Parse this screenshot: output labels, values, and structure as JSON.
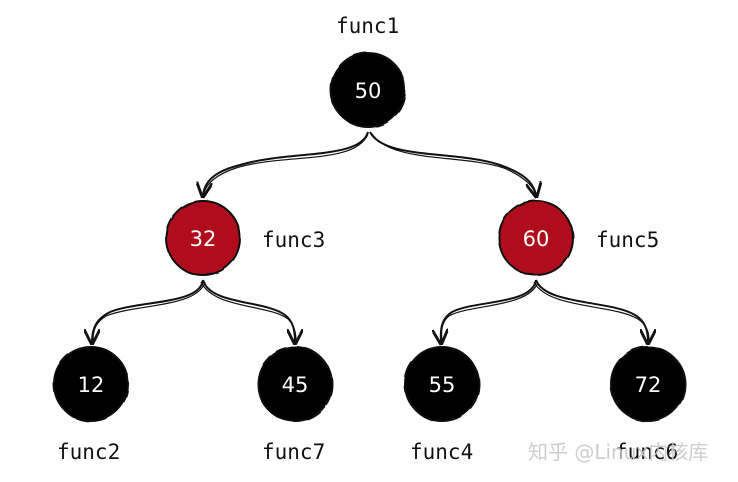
{
  "nodes": [
    {
      "value": "50",
      "func": "func1",
      "color": "#050505"
    },
    {
      "value": "32",
      "func": "func3",
      "color": "#b0101c"
    },
    {
      "value": "60",
      "func": "func5",
      "color": "#b0101c"
    },
    {
      "value": "12",
      "func": "func2",
      "color": "#050505"
    },
    {
      "value": "45",
      "func": "func7",
      "color": "#050505"
    },
    {
      "value": "55",
      "func": "func4",
      "color": "#050505"
    },
    {
      "value": "72",
      "func": "func6",
      "color": "#050505"
    }
  ],
  "watermark": "知乎 @Linux内核库"
}
